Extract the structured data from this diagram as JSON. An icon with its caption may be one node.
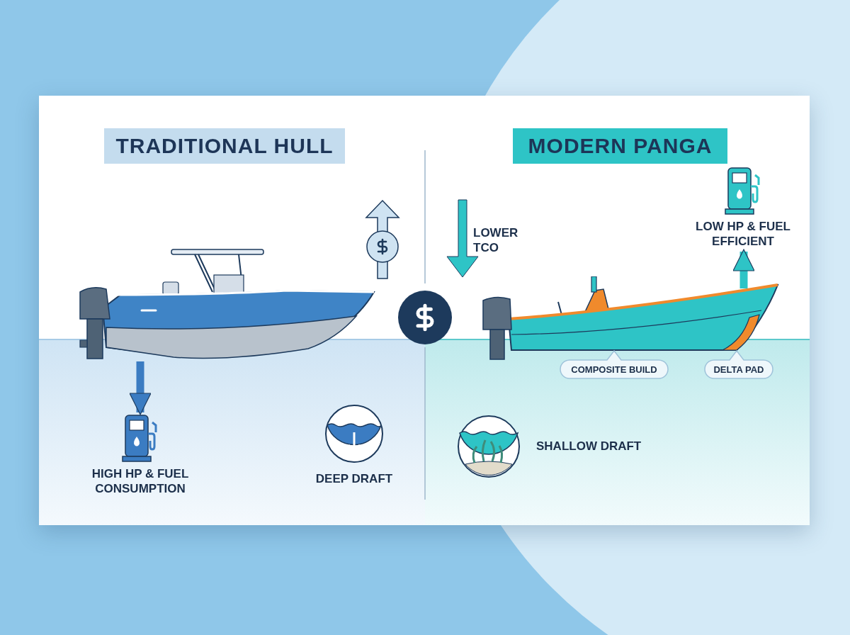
{
  "diagram": {
    "nodes": [
      {
        "text": [
          "TRADITIONAL HULL"
        ]
      },
      {
        "text": [
          "MODERN PANGA"
        ]
      },
      {
        "text": [],
        "shape": "picture"
      },
      {
        "text": [
          "HIGH HP & FUEL CONSUMPTION"
        ]
      },
      {
        "text": [],
        "shape": "picture"
      },
      {
        "text": [
          "LOW HP & FUEL EFFICIENT"
        ]
      },
      {
        "text": [
          "COMPOSITE BUILD"
        ]
      },
      {
        "text": [
          "DELTA PAD"
        ]
      }
    ],
    "edges": [
      {
        "from": 2,
        "to": 3,
        "arrow": "to",
        "color": "#3b7cc2"
      },
      {
        "from": 4,
        "to": 5,
        "arrow": "to",
        "color": "#2ec4c6"
      }
    ],
    "labels": [
      "LOWER TCO",
      "DEEP DRAFT",
      "SHALLOW DRAFT"
    ]
  }
}
